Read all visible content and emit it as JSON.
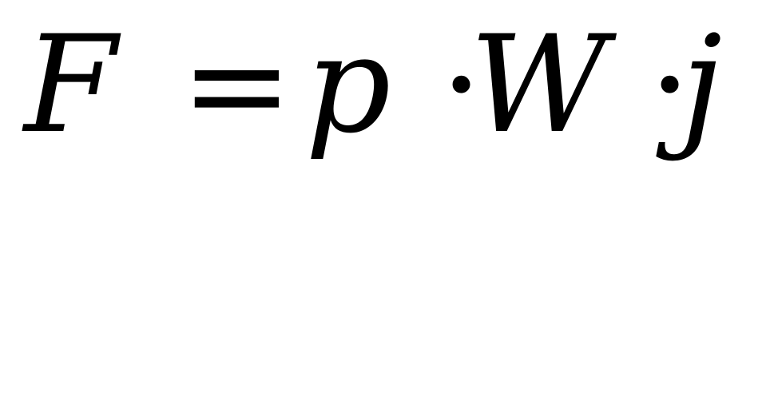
{
  "formula": {
    "lhs": "F",
    "equals": "=",
    "factor1": "p",
    "dot1": "·",
    "factor2": "W",
    "dot2": "·",
    "factor3": "j"
  }
}
